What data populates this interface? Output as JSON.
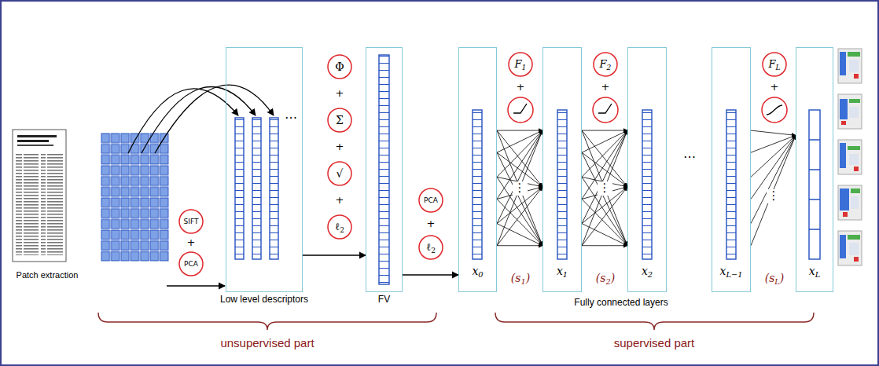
{
  "diagram": {
    "nodes": [
      {
        "text": [
          "SIFT"
        ]
      },
      {
        "text": [
          "PCA"
        ]
      },
      {
        "text": [
          "Low level descriptors"
        ]
      },
      {
        "text": [
          "Φ"
        ]
      },
      {
        "text": [
          "Σ"
        ]
      },
      {
        "text": [
          "√"
        ]
      },
      {
        "text": [
          "ℓ2"
        ]
      },
      {
        "text": [
          "FV"
        ]
      },
      {
        "text": [
          "PCA"
        ]
      },
      {
        "text": [
          "ℓ2"
        ]
      },
      {
        "text": [
          "x0"
        ]
      },
      {
        "text": [
          "F1"
        ]
      },
      {
        "text": [
          "x1"
        ]
      },
      {
        "text": [
          "F2"
        ]
      },
      {
        "text": [
          "x2"
        ]
      },
      {
        "text": [
          "xL−1"
        ]
      },
      {
        "text": [
          "FL"
        ]
      },
      {
        "text": [
          "xL"
        ]
      }
    ],
    "edges": [
      {
        "from": 2,
        "to": 7,
        "arrow": "to"
      },
      {
        "from": 7,
        "to": 10,
        "arrow": "to"
      },
      {
        "from": 10,
        "to": 12,
        "arrow": "to"
      },
      {
        "from": 12,
        "to": 14,
        "arrow": "to"
      },
      {
        "from": 15,
        "to": 17,
        "arrow": "to"
      }
    ],
    "labels": [
      "Patch extraction",
      "+",
      "⋯",
      "+",
      "+",
      "+",
      "+",
      "+",
      "⋮",
      "(s1)",
      "+",
      "⋮",
      "(s2)",
      "⋯",
      "+",
      "⋮",
      "(sL)",
      "Fully connected layers",
      "unsupervised part",
      "supervised part"
    ]
  }
}
